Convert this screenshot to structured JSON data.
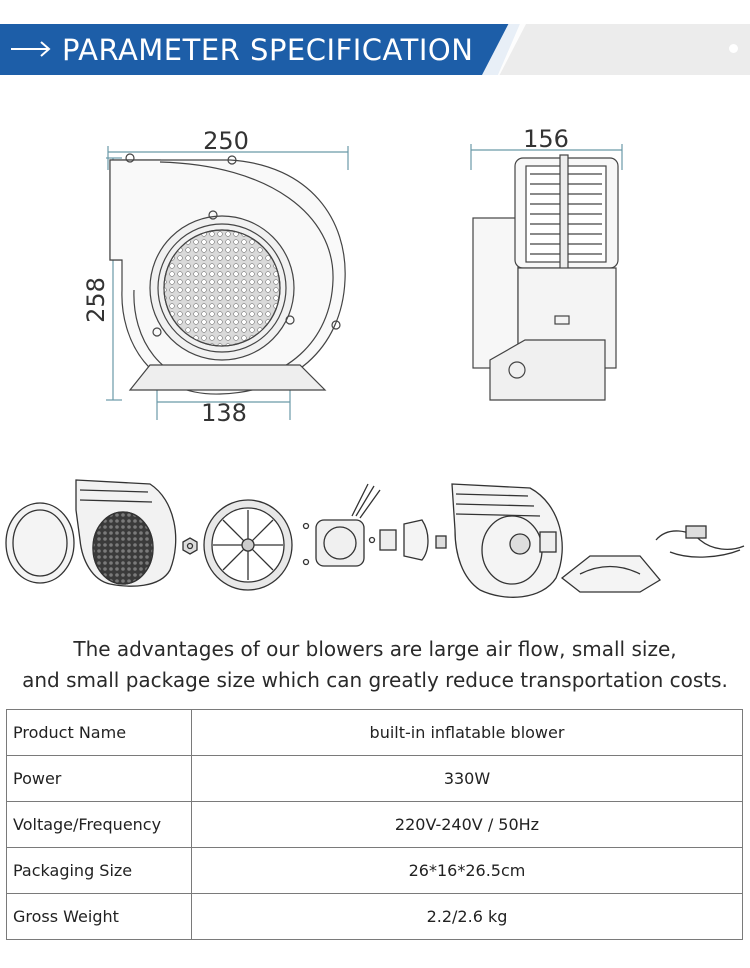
{
  "banner": {
    "title": "PARAMETER SPECIFICATION",
    "colors": {
      "primary": "#1d5ea8",
      "secondary": "#ececec"
    },
    "icons": [
      "arrow-right-icon"
    ]
  },
  "dimensions": {
    "front_width": "250",
    "front_height": "258",
    "front_base": "138",
    "side_depth": "156"
  },
  "advantages": {
    "line1": "The advantages of our blowers are large air flow, small size,",
    "line2": "and small package size which can greatly reduce transportation costs."
  },
  "specs": [
    {
      "label": "Product Name",
      "value": "built-in inflatable blower"
    },
    {
      "label": "Power",
      "value": "330W"
    },
    {
      "label": "Voltage/Frequency",
      "value": "220V-240V / 50Hz"
    },
    {
      "label": "Packaging Size",
      "value": "26*16*26.5cm"
    },
    {
      "label": "Gross Weight",
      "value": "2.2/2.6 kg"
    }
  ]
}
